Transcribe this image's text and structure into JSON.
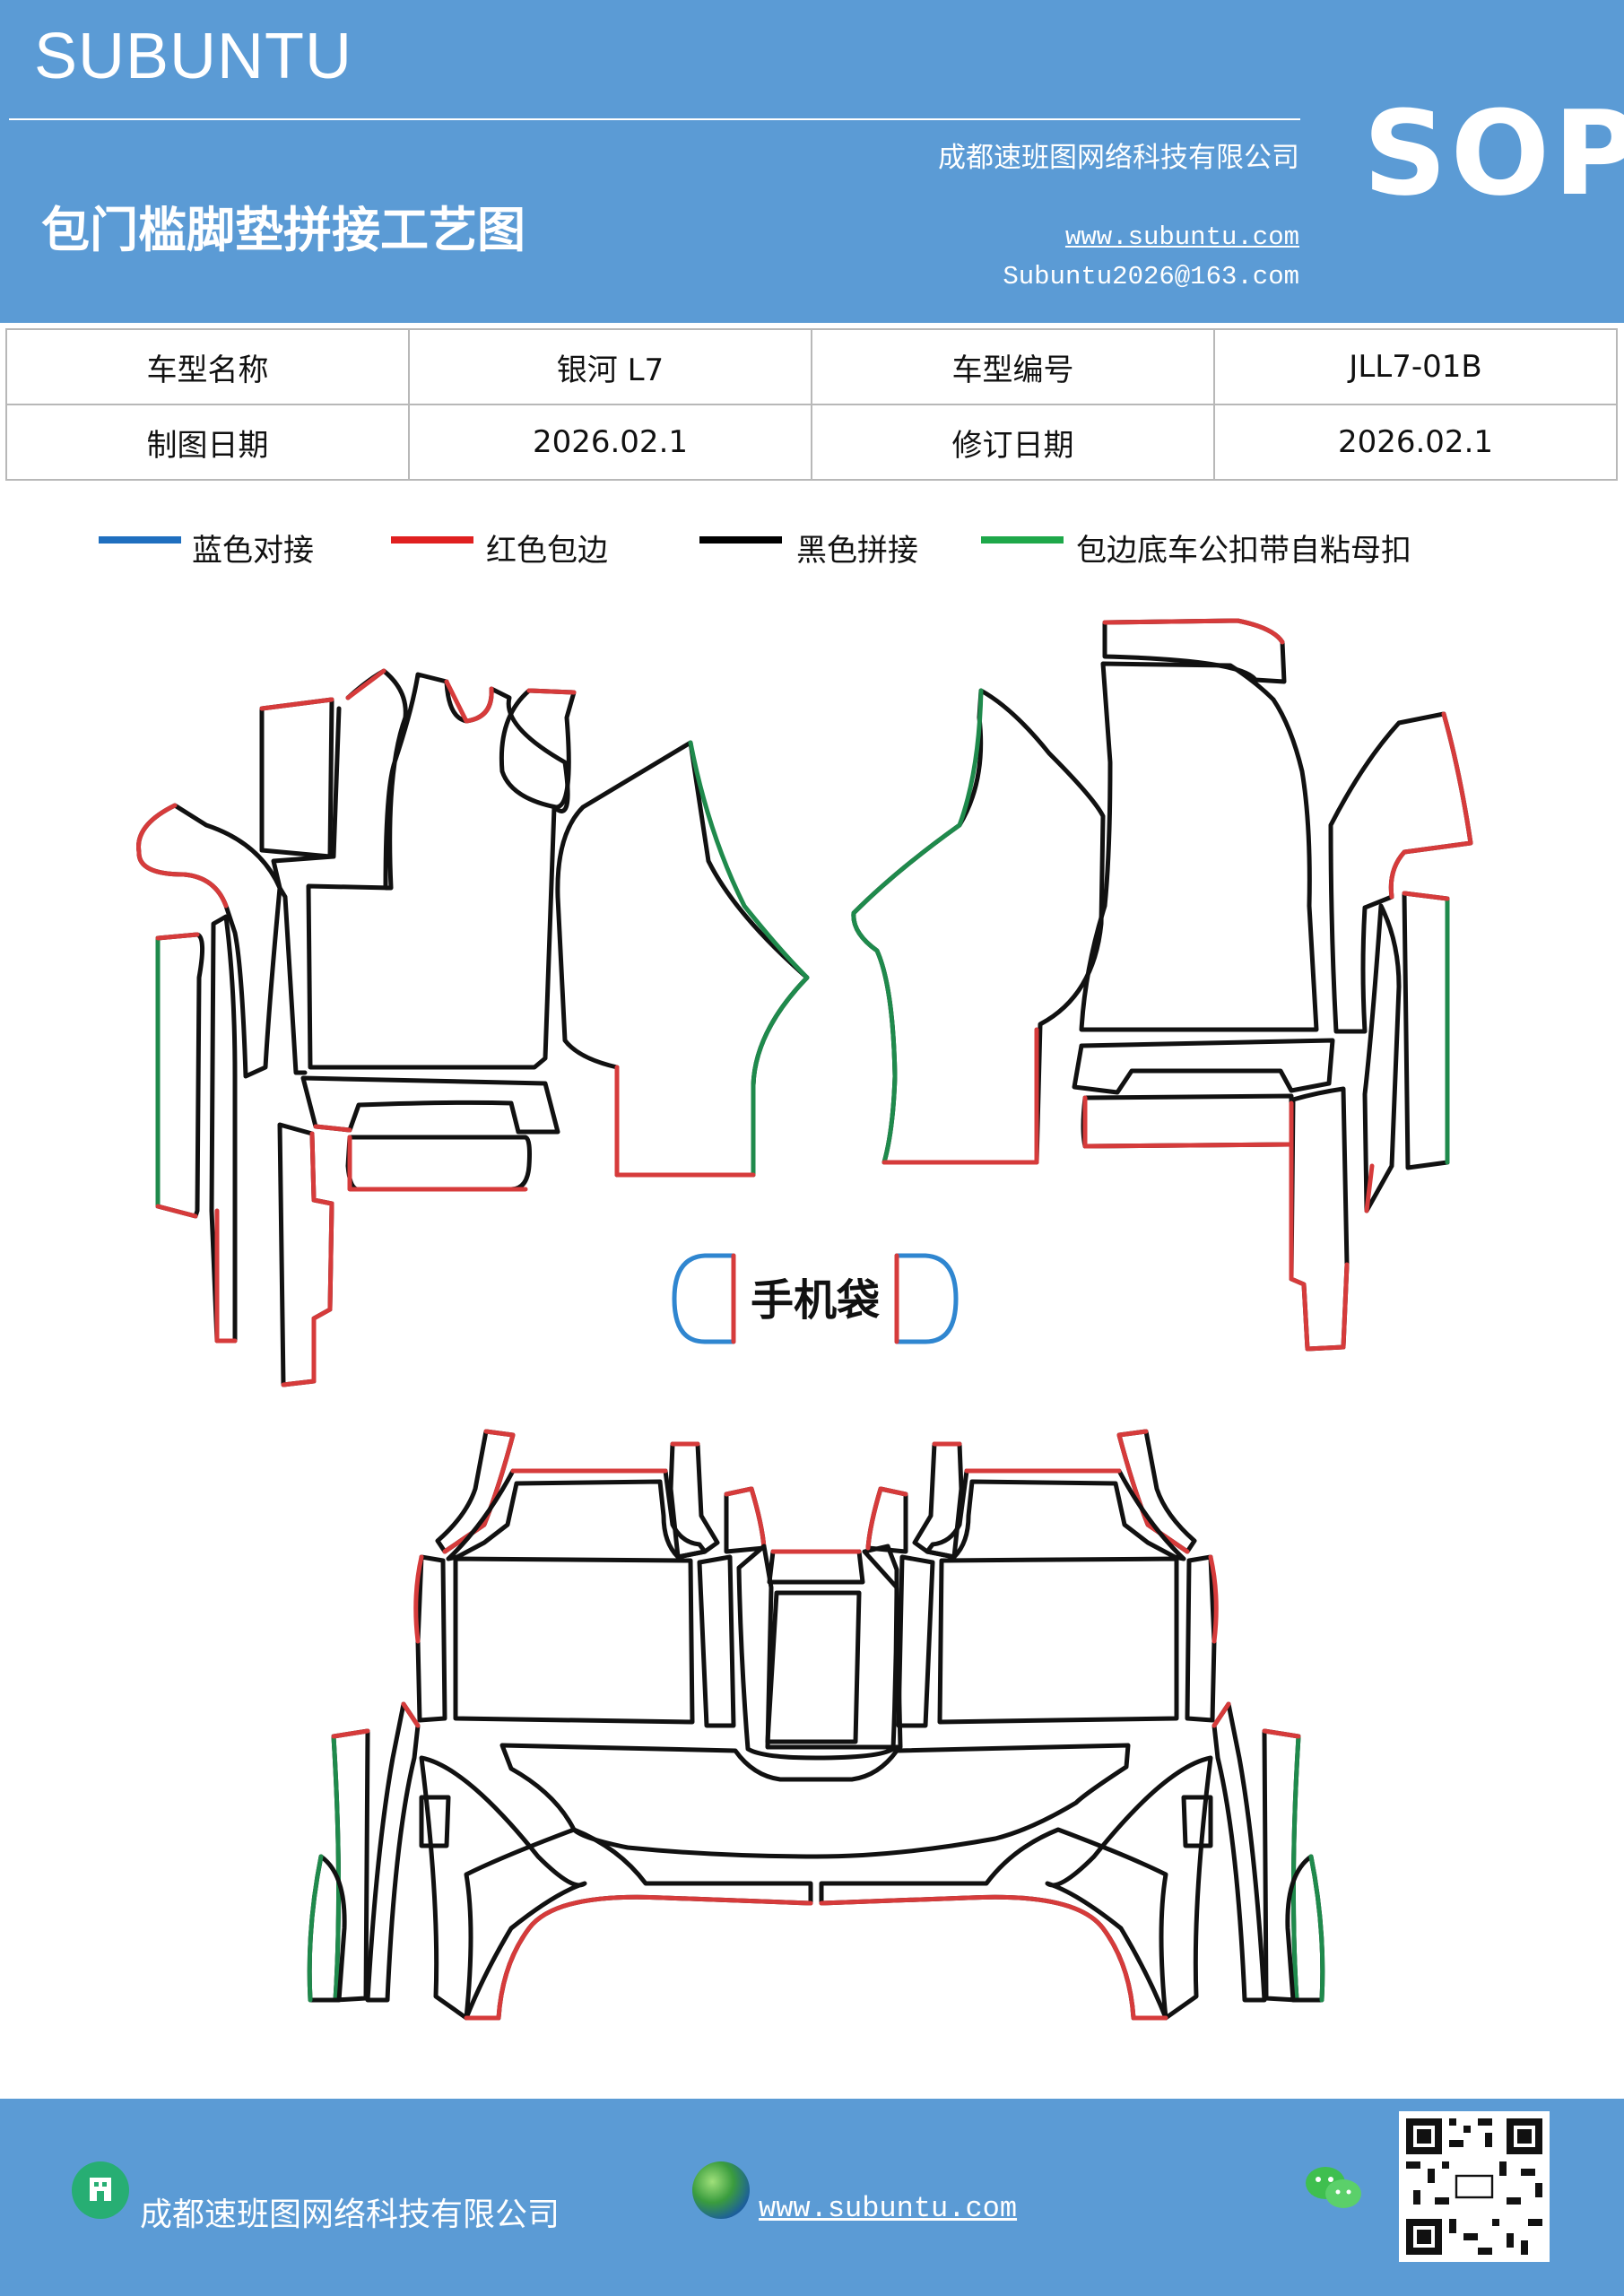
{
  "header": {
    "brand": "SUBUNTU",
    "company": "成都速班图网络科技有限公司",
    "title": "包门槛脚垫拼接工艺图",
    "website": "www.subuntu.com",
    "email": "Subuntu2026@163.com",
    "badge": "SOP"
  },
  "info": {
    "model_name_label": "车型名称",
    "model_name_value": "银河 L7",
    "model_code_label": "车型编号",
    "model_code_value": "JLL7-01B",
    "draw_date_label": "制图日期",
    "draw_date_value": "2026.02.1",
    "revise_date_label": "修订日期",
    "revise_date_value": "2026.02.1"
  },
  "legend": [
    {
      "label": "蓝色对接",
      "color": "#1f6fbf"
    },
    {
      "label": "红色包边",
      "color": "#e02020"
    },
    {
      "label": "黑色拼接",
      "color": "#000000"
    },
    {
      "label": "包边底车公扣带自粘母扣",
      "color": "#1ea84a"
    }
  ],
  "diagram": {
    "phone_pocket_label": "手机袋",
    "colors": {
      "black": "#111111",
      "red": "#d63b3b",
      "green": "#1f8a4c",
      "blue": "#2f86d0"
    }
  },
  "footer": {
    "company": "成都速班图网络科技有限公司",
    "website": "www.subuntu.com",
    "icons": [
      "building-icon",
      "globe-icon",
      "wechat-icon",
      "qr-code"
    ]
  }
}
